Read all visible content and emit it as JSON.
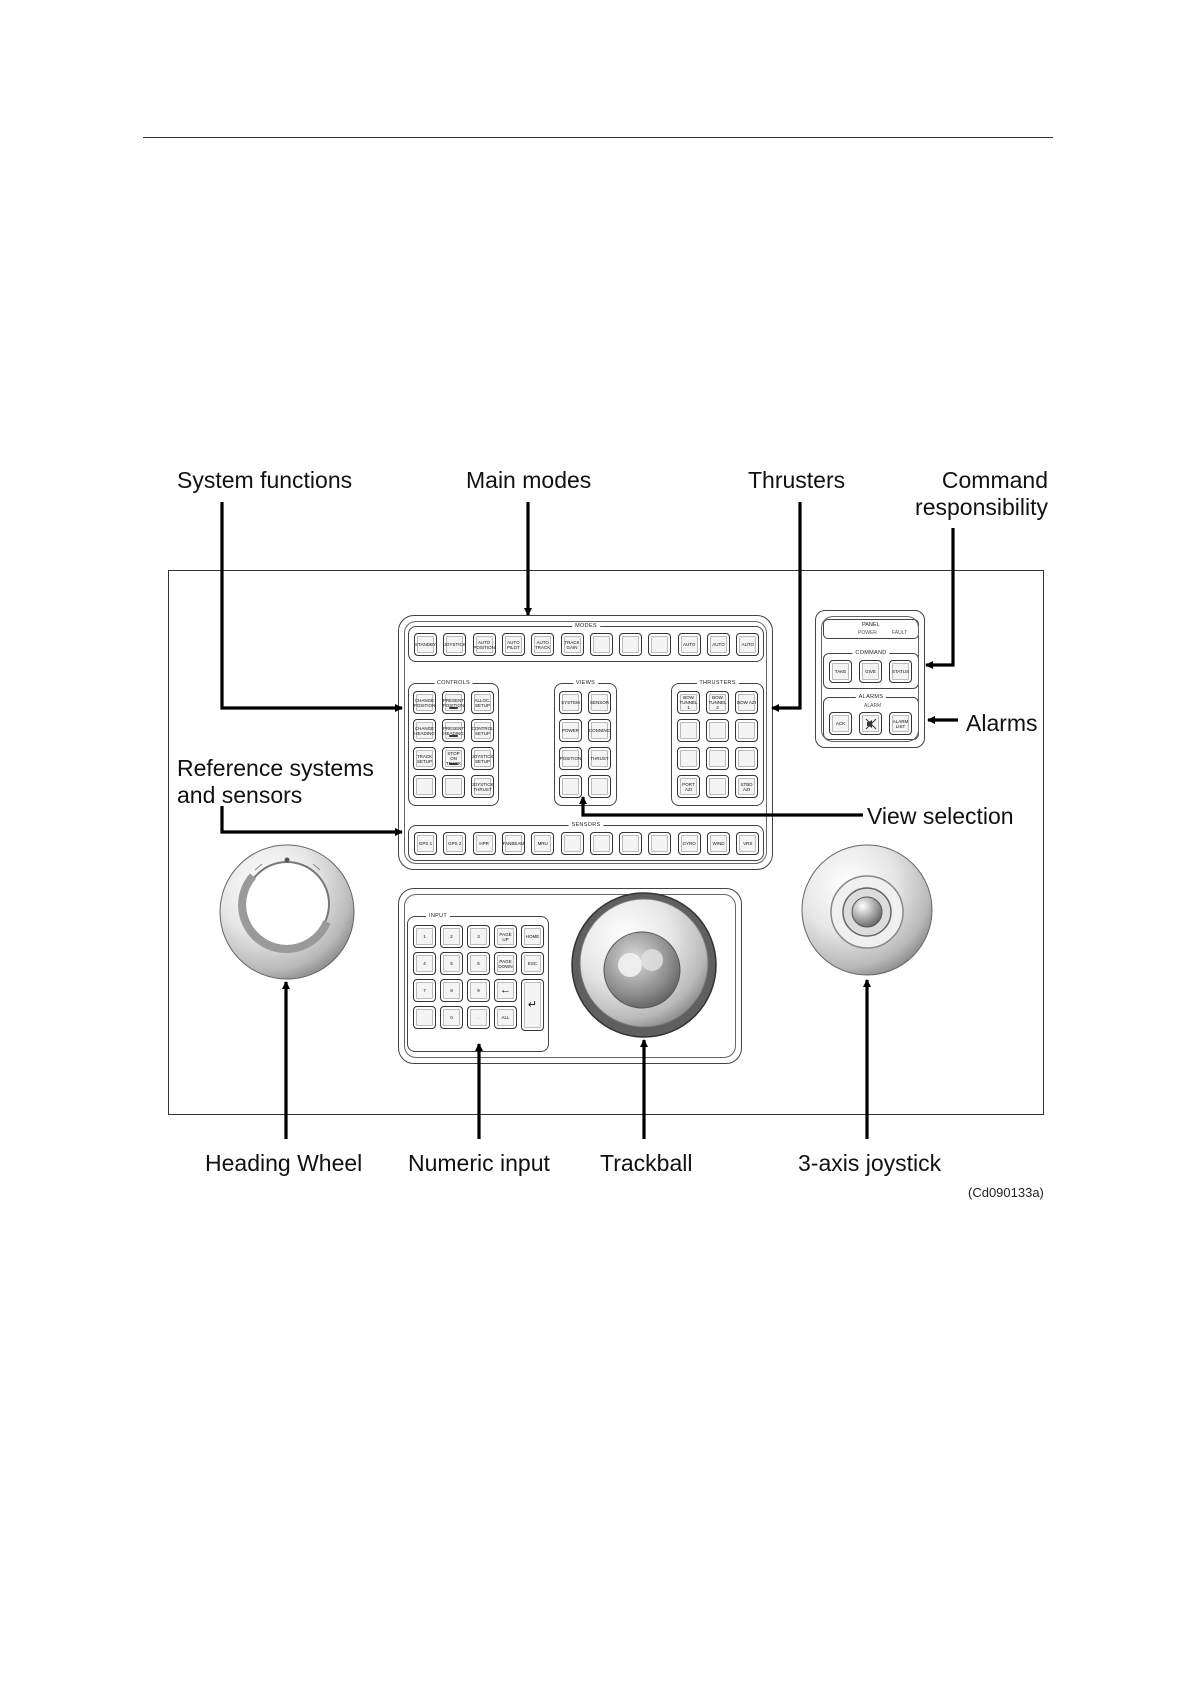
{
  "callouts": {
    "system_functions": "System functions",
    "main_modes": "Main modes",
    "thrusters": "Thrusters",
    "command_line1": "Command",
    "command_line2": "responsibility",
    "alarms": "Alarms",
    "reference_line1": "Reference systems",
    "reference_line2": "and sensors",
    "view_selection": "View selection",
    "heading_wheel": "Heading Wheel",
    "numeric_input": "Numeric input",
    "trackball": "Trackball",
    "joystick": "3-axis joystick"
  },
  "figure_ref": "(Cd090133a)",
  "groups": {
    "modes": "MODES",
    "controls": "CONTROLS",
    "views": "VIEWS",
    "thrusters": "THRUSTERS",
    "sensors": "SENSORS",
    "command": "COMMAND",
    "alarms": "ALARMS",
    "input": "INPUT"
  },
  "status_panel": {
    "panel": "PANEL",
    "power": "POWER",
    "fault": "FAULT",
    "alarm": "ALARM"
  },
  "modes_keys": [
    "STANDBY",
    "JOYSTICK",
    "AUTO POSITION",
    "AUTO PILOT",
    "AUTO TRACK",
    "TRACK GAIN",
    "",
    "",
    "",
    "AUTO",
    "AUTO",
    "AUTO"
  ],
  "controls_keys": [
    "CHANGE POSITION",
    "PRESENT POSITION",
    "ALLOC. SETUP",
    "CHANGE HEADING",
    "PRESENT HEADING",
    "CONTROL SETUP",
    "TRACK SETUP",
    "STOP ON TRACK",
    "JOYSTICK SETUP",
    "",
    "",
    "JOYSTICK THRUST"
  ],
  "views_keys": [
    "SYSTEM",
    "SENSOR",
    "POWER",
    "CONNING",
    "POSITION",
    "THRUST",
    "",
    ""
  ],
  "thrusters_keys": [
    "BOW TUNNEL 1",
    "BOW TUNNEL 2",
    "BOW AZI",
    "",
    "",
    "",
    "",
    "",
    "",
    "PORT AZI",
    "",
    "STBD AZI"
  ],
  "sensors_keys": [
    "GPS 1",
    "GPS 2",
    "HPR",
    "FANBEAM",
    "MRU",
    "",
    "",
    "",
    "",
    "GYRO",
    "WIND",
    "VRS"
  ],
  "command_keys": [
    "TAKE",
    "GIVE",
    "STATUS"
  ],
  "alarm_keys": [
    "ACK",
    "",
    "ALARM LIST"
  ],
  "input_keys": [
    "1",
    "2",
    "3",
    "PAGE UP",
    "HOME",
    "4",
    "5",
    "6",
    "PAGE DOWN",
    "ESC",
    "7",
    "8",
    "9",
    "",
    "",
    "",
    "0",
    ".",
    "ALL"
  ]
}
